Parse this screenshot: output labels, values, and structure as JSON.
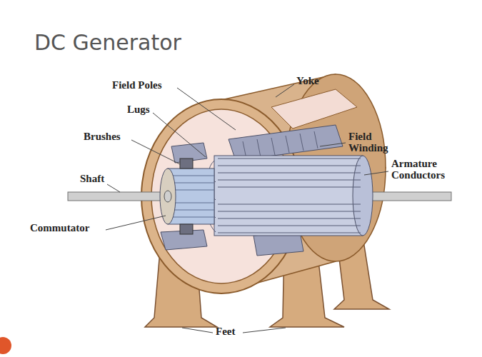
{
  "diagram": {
    "title": "DC Generator",
    "labels": [
      "Field Poles",
      "Yoke",
      "Lugs",
      "Brushes",
      "Field Winding",
      "Armature Conductors",
      "Shaft",
      "Commutator",
      "Feet"
    ]
  }
}
